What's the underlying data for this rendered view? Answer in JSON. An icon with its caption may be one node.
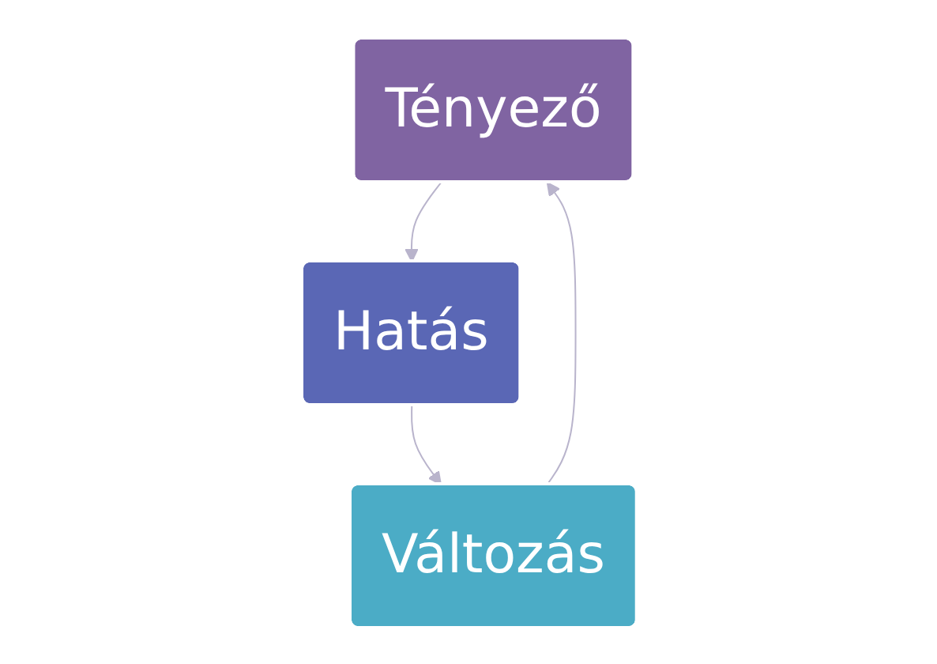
{
  "diagram": {
    "nodes": [
      {
        "text": [
          "Tényező"
        ]
      },
      {
        "text": [
          "Hatás"
        ]
      },
      {
        "text": [
          "Változás"
        ]
      }
    ],
    "edges": [
      {
        "from": 0,
        "to": 1,
        "arrow": "to"
      },
      {
        "from": 1,
        "to": 2,
        "arrow": "to"
      },
      {
        "from": 2,
        "to": 0,
        "arrow": "to"
      }
    ]
  }
}
